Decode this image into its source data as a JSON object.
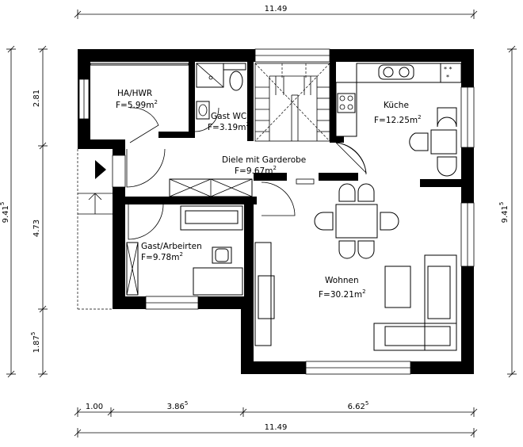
{
  "dimensions": {
    "top_total": "11.49",
    "bottom_total": "11.49",
    "bottom_seg1": "1.00",
    "bottom_seg2_main": "3.86",
    "bottom_seg2_sup": "5",
    "bottom_seg3_main": "6.62",
    "bottom_seg3_sup": "5",
    "left_total_main": "9.41",
    "left_total_sup": "5",
    "left_seg1": "2.81",
    "left_seg2": "4.73",
    "left_seg3_main": "1.87",
    "left_seg3_sup": "5",
    "right_total_main": "9.41",
    "right_total_sup": "5"
  },
  "rooms": {
    "ha_hwr": {
      "name": "HA/HWR",
      "area": "F=5.99m",
      "area_sup": "2"
    },
    "gast_wc": {
      "name": "Gast WC",
      "area": "F=3.19m",
      "area_sup": "2"
    },
    "kueche": {
      "name": "Küche",
      "area": "F=12.25m",
      "area_sup": "2"
    },
    "diele": {
      "name": "Diele mit Garderobe",
      "area": "F=9.67m",
      "area_sup": "2"
    },
    "gast_arbeit": {
      "name": "Gast/Arbeirten",
      "area": "F=9.78m",
      "area_sup": "2"
    },
    "wohnen": {
      "name": "Wohnen",
      "area": "F=30.21m",
      "area_sup": "2"
    }
  }
}
